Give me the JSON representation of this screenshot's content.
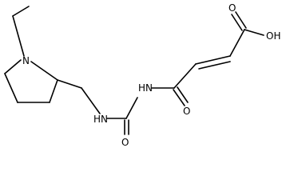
{
  "atoms": {
    "ring_nitrogen": "N",
    "amide_nh_left": "HN",
    "amide_nh_right": "HN",
    "urea_oxygen": "O",
    "ketone_oxygen": "O",
    "acid_carbonyl_oxygen": "O",
    "acid_hydroxyl": "OH"
  }
}
